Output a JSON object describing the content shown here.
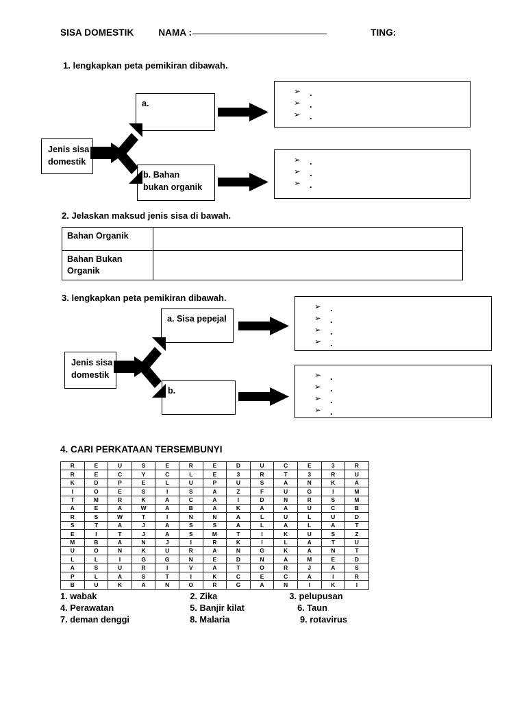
{
  "header": {
    "subject": "SISA DOMESTIK",
    "nama_label": "NAMA :",
    "nama_value": "",
    "ting_label": "TING:",
    "ting_value": ""
  },
  "questions": {
    "q1": "1. lengkapkan peta pemikiran dibawah.",
    "q2": "2. Jelaskan maksud jenis sisa di bawah.",
    "q3": "3. lengkapkan peta pemikiran dibawah.",
    "q4": "4. CARI PERKATAAN TERSEMBUNYI"
  },
  "map1": {
    "source": "Jenis sisa\ndomestik",
    "branch_a": "a.",
    "branch_b": "b. Bahan\nbukan organik",
    "answers_a": [
      "",
      "",
      ""
    ],
    "answers_b": [
      "",
      "",
      ""
    ],
    "bullet_mark": "➢",
    "bullet_dot": "."
  },
  "map3": {
    "source": "Jenis sisa\ndomestik",
    "branch_a": "a. Sisa pepejal",
    "branch_b": "b.",
    "answers_a": [
      "",
      "",
      "",
      ""
    ],
    "answers_b": [
      "",
      "",
      "",
      ""
    ],
    "bullet_mark": "➢",
    "bullet_dot": "."
  },
  "table2": {
    "rows": [
      {
        "label": "Bahan Organik",
        "value": ""
      },
      {
        "label": "Bahan Bukan\nOrganik",
        "value": ""
      }
    ]
  },
  "wordsearch": {
    "columns": 13,
    "rows": 15,
    "grid": [
      [
        "R",
        "E",
        "U",
        "S",
        "E",
        "R",
        "E",
        "D",
        "U",
        "C",
        "E",
        "3",
        "R"
      ],
      [
        "R",
        "E",
        "C",
        "Y",
        "C",
        "L",
        "E",
        "3",
        "R",
        "T",
        "3",
        "R",
        "U"
      ],
      [
        "K",
        "D",
        "P",
        "E",
        "L",
        "U",
        "P",
        "U",
        "S",
        "A",
        "N",
        "K",
        "A"
      ],
      [
        "I",
        "O",
        "E",
        "S",
        "I",
        "S",
        "A",
        "Z",
        "F",
        "U",
        "G",
        "I",
        "M"
      ],
      [
        "T",
        "M",
        "R",
        "K",
        "A",
        "C",
        "A",
        "I",
        "D",
        "N",
        "R",
        "S",
        "M"
      ],
      [
        "A",
        "E",
        "A",
        "W",
        "A",
        "B",
        "A",
        "K",
        "A",
        "A",
        "U",
        "C",
        "B"
      ],
      [
        "R",
        "S",
        "W",
        "T",
        "I",
        "N",
        "N",
        "A",
        "L",
        "U",
        "L",
        "U",
        "D"
      ],
      [
        "S",
        "T",
        "A",
        "J",
        "A",
        "S",
        "S",
        "A",
        "L",
        "A",
        "L",
        "A",
        "T"
      ],
      [
        "E",
        "I",
        "T",
        "J",
        "A",
        "S",
        "M",
        "T",
        "I",
        "K",
        "U",
        "S",
        "Z"
      ],
      [
        "M",
        "B",
        "A",
        "N",
        "J",
        "I",
        "R",
        "K",
        "I",
        "L",
        "A",
        "T",
        "U"
      ],
      [
        "U",
        "O",
        "N",
        "K",
        "U",
        "R",
        "A",
        "N",
        "G",
        "K",
        "A",
        "N",
        "T"
      ],
      [
        "L",
        "L",
        "I",
        "G",
        "G",
        "N",
        "E",
        "D",
        "N",
        "A",
        "M",
        "E",
        "D"
      ],
      [
        "A",
        "S",
        "U",
        "R",
        "I",
        "V",
        "A",
        "T",
        "O",
        "R",
        "J",
        "A",
        "S"
      ],
      [
        "P",
        "L",
        "A",
        "S",
        "T",
        "I",
        "K",
        "C",
        "E",
        "C",
        "A",
        "I",
        "R"
      ],
      [
        "B",
        "U",
        "K",
        "A",
        "N",
        "O",
        "R",
        "G",
        "A",
        "N",
        "I",
        "K",
        "I"
      ]
    ],
    "words": [
      {
        "num": "1.",
        "text": "wabak"
      },
      {
        "num": "2.",
        "text": "Zika"
      },
      {
        "num": "3.",
        "text": "pelupusan"
      },
      {
        "num": "4.",
        "text": "Perawatan"
      },
      {
        "num": "5.",
        "text": "Banjir kilat"
      },
      {
        "num": "6.",
        "text": "Taun"
      },
      {
        "num": "7.",
        "text": "deman denggi"
      },
      {
        "num": "8.",
        "text": "Malaria"
      },
      {
        "num": "9.",
        "text": "rotavirus"
      }
    ]
  }
}
